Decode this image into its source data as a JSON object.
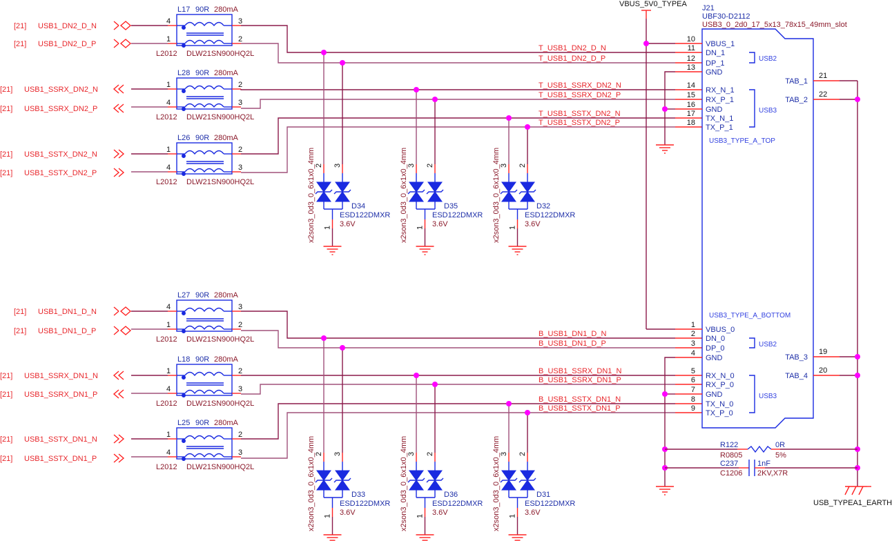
{
  "connector": {
    "ref": "J21",
    "part": "UBF30-D2112",
    "footprint": "USB3_0_2d0_17_5x13_78x15_49mm_slot",
    "power_net": "VBUS_5V0_TYPEA",
    "top_label": "USB3_TYPE_A_TOP",
    "bottom_label": "USB3_TYPE_A_BOTTOM",
    "usb2_label": "USB2",
    "usb3_label": "USB3",
    "top_pins": [
      {
        "num": "10",
        "name": "VBUS_1"
      },
      {
        "num": "11",
        "name": "DN_1"
      },
      {
        "num": "12",
        "name": "DP_1"
      },
      {
        "num": "13",
        "name": "GND"
      },
      {
        "num": "14",
        "name": "RX_N_1"
      },
      {
        "num": "15",
        "name": "RX_P_1"
      },
      {
        "num": "16",
        "name": "GND"
      },
      {
        "num": "17",
        "name": "TX_N_1"
      },
      {
        "num": "18",
        "name": "TX_P_1"
      }
    ],
    "bottom_pins": [
      {
        "num": "1",
        "name": "VBUS_0"
      },
      {
        "num": "2",
        "name": "DN_0"
      },
      {
        "num": "3",
        "name": "DP_0"
      },
      {
        "num": "4",
        "name": "GND"
      },
      {
        "num": "5",
        "name": "RX_N_0"
      },
      {
        "num": "6",
        "name": "RX_P_0"
      },
      {
        "num": "7",
        "name": "GND"
      },
      {
        "num": "8",
        "name": "TX_N_0"
      },
      {
        "num": "9",
        "name": "TX_P_0"
      }
    ],
    "tabs": [
      {
        "num": "21",
        "name": "TAB_1"
      },
      {
        "num": "22",
        "name": "TAB_2"
      },
      {
        "num": "19",
        "name": "TAB_3"
      },
      {
        "num": "20",
        "name": "TAB_4"
      }
    ]
  },
  "ports": [
    {
      "sheet": "[21]",
      "name": "USB1_DN2_D_N",
      "kind": "bidir"
    },
    {
      "sheet": "[21]",
      "name": "USB1_DN2_D_P",
      "kind": "bidir"
    },
    {
      "sheet": "[21]",
      "name": "USB1_SSRX_DN2_N",
      "kind": "out"
    },
    {
      "sheet": "[21]",
      "name": "USB1_SSRX_DN2_P",
      "kind": "out"
    },
    {
      "sheet": "[21]",
      "name": "USB1_SSTX_DN2_N",
      "kind": "in"
    },
    {
      "sheet": "[21]",
      "name": "USB1_SSTX_DN2_P",
      "kind": "in"
    },
    {
      "sheet": "[21]",
      "name": "USB1_DN1_D_N",
      "kind": "bidir"
    },
    {
      "sheet": "[21]",
      "name": "USB1_DN1_D_P",
      "kind": "bidir"
    },
    {
      "sheet": "[21]",
      "name": "USB1_SSRX_DN1_N",
      "kind": "out"
    },
    {
      "sheet": "[21]",
      "name": "USB1_SSRX_DN1_P",
      "kind": "out"
    },
    {
      "sheet": "[21]",
      "name": "USB1_SSTX_DN1_N",
      "kind": "in"
    },
    {
      "sheet": "[21]",
      "name": "USB1_SSTX_DN1_P",
      "kind": "in"
    }
  ],
  "chokes": [
    {
      "ref": "L17",
      "value": "90R",
      "current": "280mA",
      "footprint": "L2012",
      "part": "DLW21SN900HQ2L",
      "pins": [
        "4",
        "1",
        "3",
        "2"
      ]
    },
    {
      "ref": "L28",
      "value": "90R",
      "current": "280mA",
      "footprint": "L2012",
      "part": "DLW21SN900HQ2L",
      "pins": [
        "1",
        "4",
        "2",
        "3"
      ]
    },
    {
      "ref": "L26",
      "value": "90R",
      "current": "280mA",
      "footprint": "L2012",
      "part": "DLW21SN900HQ2L",
      "pins": [
        "1",
        "4",
        "2",
        "3"
      ]
    },
    {
      "ref": "L27",
      "value": "90R",
      "current": "280mA",
      "footprint": "L2012",
      "part": "DLW21SN900HQ2L",
      "pins": [
        "4",
        "1",
        "3",
        "2"
      ]
    },
    {
      "ref": "L18",
      "value": "90R",
      "current": "280mA",
      "footprint": "L2012",
      "part": "DLW21SN900HQ2L",
      "pins": [
        "1",
        "4",
        "2",
        "3"
      ]
    },
    {
      "ref": "L25",
      "value": "90R",
      "current": "280mA",
      "footprint": "L2012",
      "part": "DLW21SN900HQ2L",
      "pins": [
        "1",
        "4",
        "2",
        "3"
      ]
    }
  ],
  "nets": [
    "T_USB1_DN2_D_N",
    "T_USB1_DN2_D_P",
    "T_USB1_SSRX_DN2_N",
    "T_USB1_SSRX_DN2_P",
    "T_USB1_SSTX_DN2_N",
    "T_USB1_SSTX_DN2_P",
    "B_USB1_DN1_D_N",
    "B_USB1_DN1_D_P",
    "B_USB1_SSRX_DN1_N",
    "B_USB1_SSRX_DN1_P",
    "B_USB1_SSTX_DN1_N",
    "B_USB1_SSTX_DN1_P"
  ],
  "esd": [
    {
      "ref": "D34",
      "part": "ESD122DMXR",
      "voltage": "3.6V",
      "footprint": "x2son3_0d3_0_6x1x0_4mm",
      "pins": [
        "2",
        "3",
        "1"
      ]
    },
    {
      "ref": "D35",
      "part": "ESD122DMXR",
      "voltage": "3.6V",
      "footprint": "x2son3_0d3_0_6x1x0_4mm",
      "pins": [
        "3",
        "2",
        "1"
      ]
    },
    {
      "ref": "D32",
      "part": "ESD122DMXR",
      "voltage": "3.6V",
      "footprint": "x2son3_0d3_0_6x1x0_4mm",
      "pins": [
        "3",
        "2",
        "1"
      ]
    },
    {
      "ref": "D33",
      "part": "ESD122DMXR",
      "voltage": "3.6V",
      "footprint": "x2son3_0d3_0_6x1x0_4mm",
      "pins": [
        "2",
        "3",
        "1"
      ]
    },
    {
      "ref": "D36",
      "part": "ESD122DMXR",
      "voltage": "3.6V",
      "footprint": "x2son3_0d3_0_6x1x0_4mm",
      "pins": [
        "3",
        "2",
        "1"
      ]
    },
    {
      "ref": "D31",
      "part": "ESD122DMXR",
      "voltage": "3.6V",
      "footprint": "x2son3_0d3_0_6x1x0_4mm",
      "pins": [
        "3",
        "2",
        "1"
      ]
    }
  ],
  "resistor": {
    "ref": "R122",
    "footprint": "R0805",
    "value": "0R",
    "tolerance": "5%"
  },
  "capacitor": {
    "ref": "C237",
    "footprint": "C1206",
    "value": "1nF",
    "rating": "2KV,X7R"
  },
  "earth_net": "USB_TYPEA1_EARTH"
}
